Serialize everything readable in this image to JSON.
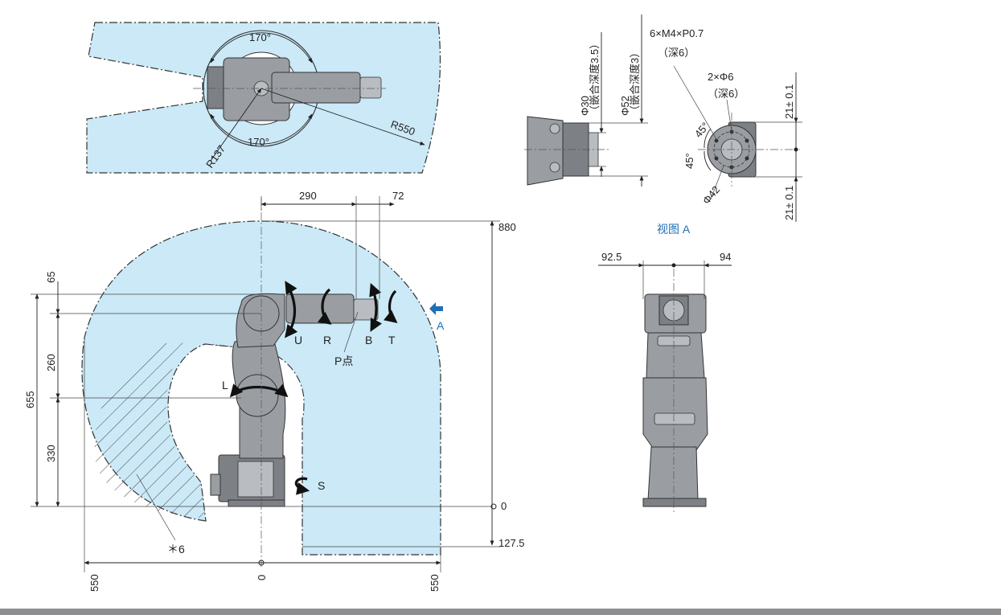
{
  "top_view": {
    "angle_top": "170°",
    "angle_bottom": "170°",
    "r_inner": "R137",
    "r_outer": "R550"
  },
  "side_view": {
    "dim_290": "290",
    "dim_72": "72",
    "dim_880": "880",
    "dim_65": "65",
    "dim_260": "260",
    "dim_655": "655",
    "dim_330": "330",
    "dim_zero_right": "0",
    "dim_127_5": "127.5",
    "dim_550_left": "550",
    "dim_zero_bottom": "0",
    "dim_550_right": "550",
    "axis_u": "U",
    "axis_r": "R",
    "axis_b": "B",
    "axis_t": "T",
    "axis_l": "L",
    "axis_s": "S",
    "p_point": "P点",
    "view_arrow": "A",
    "hatch_note": "＊6"
  },
  "flange_view": {
    "d30": "Φ30",
    "d30_note": "（嵌合深度3.5）",
    "d52": "Φ52",
    "d52_note": "（嵌合深度3）",
    "tap": "6×M4×P0.7",
    "tap_depth": "（深6）",
    "pin": "2×Φ6",
    "pin_depth": "（深6）",
    "ang1": "45°",
    "ang2": "45°",
    "d42": "Φ42",
    "tol_top": "21± 0.1",
    "tol_bottom": "21± 0.1",
    "view_title": "视图 A"
  },
  "rear_view": {
    "dim_92_5": "92.5",
    "dim_94": "94"
  },
  "colors": {
    "zone_fill": "#cbe9f7",
    "view_title": "#1f6fb5",
    "robot": "#9a9ea3",
    "footer_bar": "#8d8f91"
  }
}
